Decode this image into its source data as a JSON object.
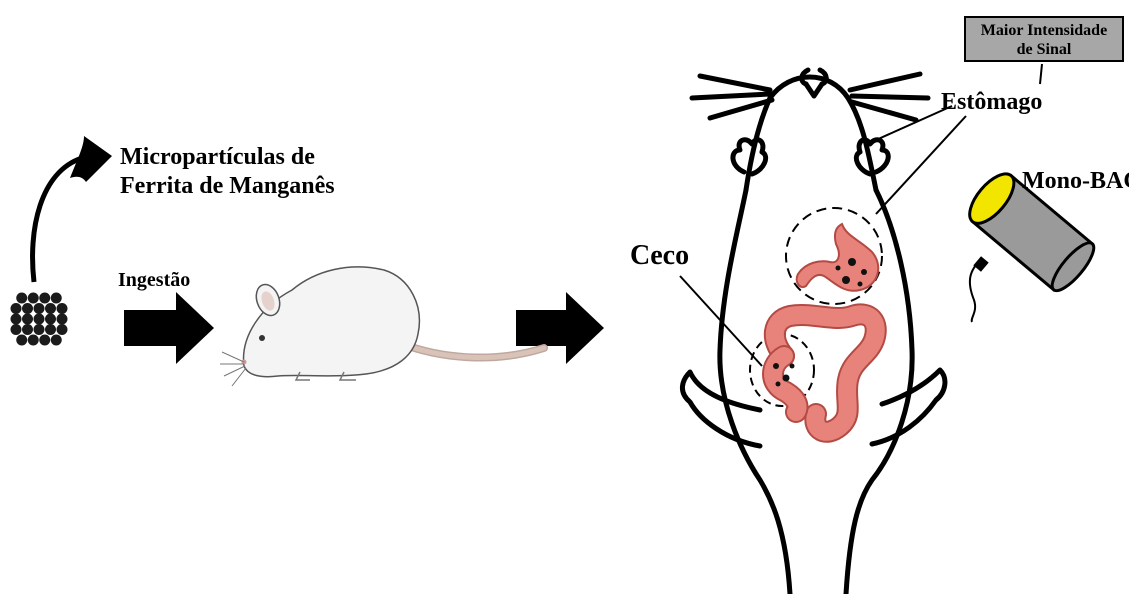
{
  "labels": {
    "particles_line1": "Micropartículas de",
    "particles_line2": "Ferrita de Manganês",
    "ingestion": "Ingestão",
    "cecum": "Ceco",
    "stomach": "Estômago",
    "sensor": "Mono-BAC",
    "signal_line1": "Maior Intensidade",
    "signal_line2": "de Sinal"
  },
  "colors": {
    "organ": "#e8837c",
    "organ_outline": "#b44a44",
    "particle": "#1b1b1b",
    "sensor_body": "#9a9a9a",
    "sensor_cap": "#f2e600",
    "signal_box": "#a7a7a7",
    "mouse_body": "#f4f4f4",
    "mouse_tail": "#d9c2b8"
  },
  "icons": [
    "particle-cluster-icon",
    "curved-arrow-icon",
    "block-arrow-icon",
    "mouse-icon",
    "mouse-anatomy-icon",
    "stomach-icon",
    "intestine-icon",
    "sensor-probe-icon"
  ]
}
